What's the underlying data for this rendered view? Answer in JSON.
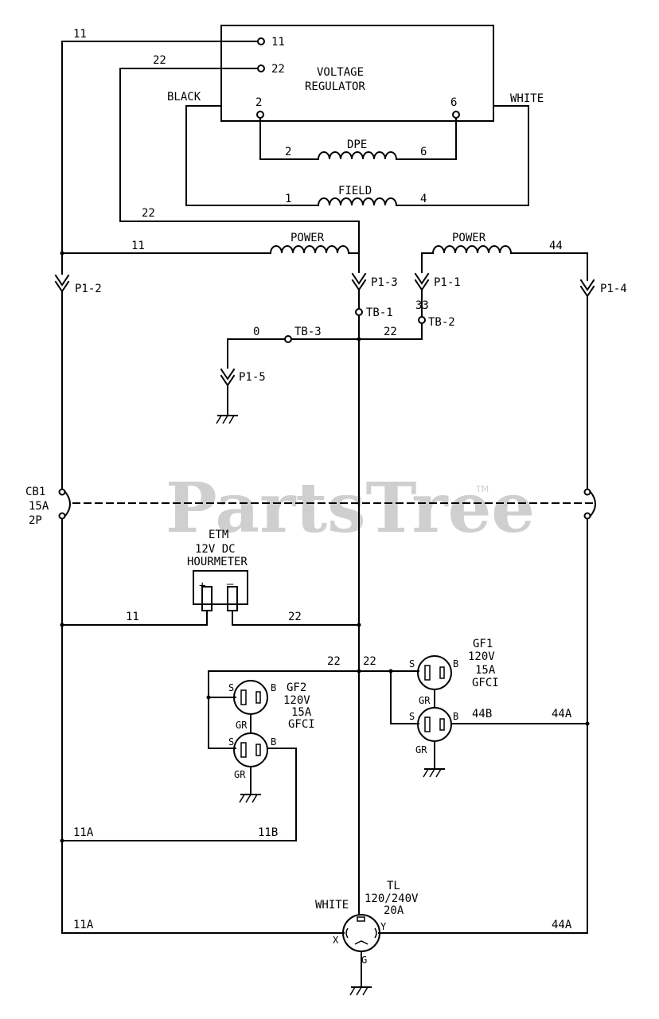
{
  "watermark": {
    "text": "PartsTree",
    "tm": "TM"
  },
  "regulator": {
    "line1": "VOLTAGE",
    "line2": "REGULATOR",
    "t11": "11",
    "t22": "22",
    "t2": "2",
    "t6": "6"
  },
  "wires": {
    "w11_top": "11",
    "w22_top": "22",
    "black": "BLACK",
    "white_top": "WHITE",
    "dpe_left": "2",
    "dpe_right": "6",
    "field_left": "1",
    "field_right": "4",
    "w22_mid": "22",
    "w11_power": "11",
    "w44": "44",
    "w33": "33",
    "w0": "0",
    "w22_tb": "22",
    "w11_etm": "11",
    "w22_etm": "22",
    "w22_gf_a": "22",
    "w22_gf_b": "22",
    "w44b": "44B",
    "w44a_1": "44A",
    "w11a_1": "11A",
    "w11b": "11B",
    "w11a_2": "11A",
    "w44a_2": "44A"
  },
  "coils": {
    "dpe": "DPE",
    "field": "FIELD",
    "power_left": "POWER",
    "power_right": "POWER"
  },
  "connectors": {
    "p1_1": "P1-1",
    "p1_2": "P1-2",
    "p1_3": "P1-3",
    "p1_4": "P1-4",
    "p1_5": "P1-5",
    "tb1": "TB-1",
    "tb2": "TB-2",
    "tb3": "TB-3"
  },
  "breaker": {
    "line1": "CB1",
    "line2": "15A",
    "line3": "2P"
  },
  "hourmeter": {
    "line1": "ETM",
    "line2": "12V DC",
    "line3": "HOURMETER",
    "plus": "+",
    "minus": "—"
  },
  "gf1": {
    "line1": "GF1",
    "line2": "120V",
    "line3": "15A",
    "line4": "GFCI"
  },
  "gf2": {
    "line1": "GF2",
    "line2": "120V",
    "line3": "15A",
    "line4": "GFCI"
  },
  "receptacle_letters": {
    "s": "S",
    "b": "B",
    "gr": "GR"
  },
  "twistlock": {
    "line1": "TL",
    "line2": "120/240V",
    "line3": "20A",
    "white": "WHITE",
    "x": "X",
    "y": "Y",
    "g": "G"
  }
}
